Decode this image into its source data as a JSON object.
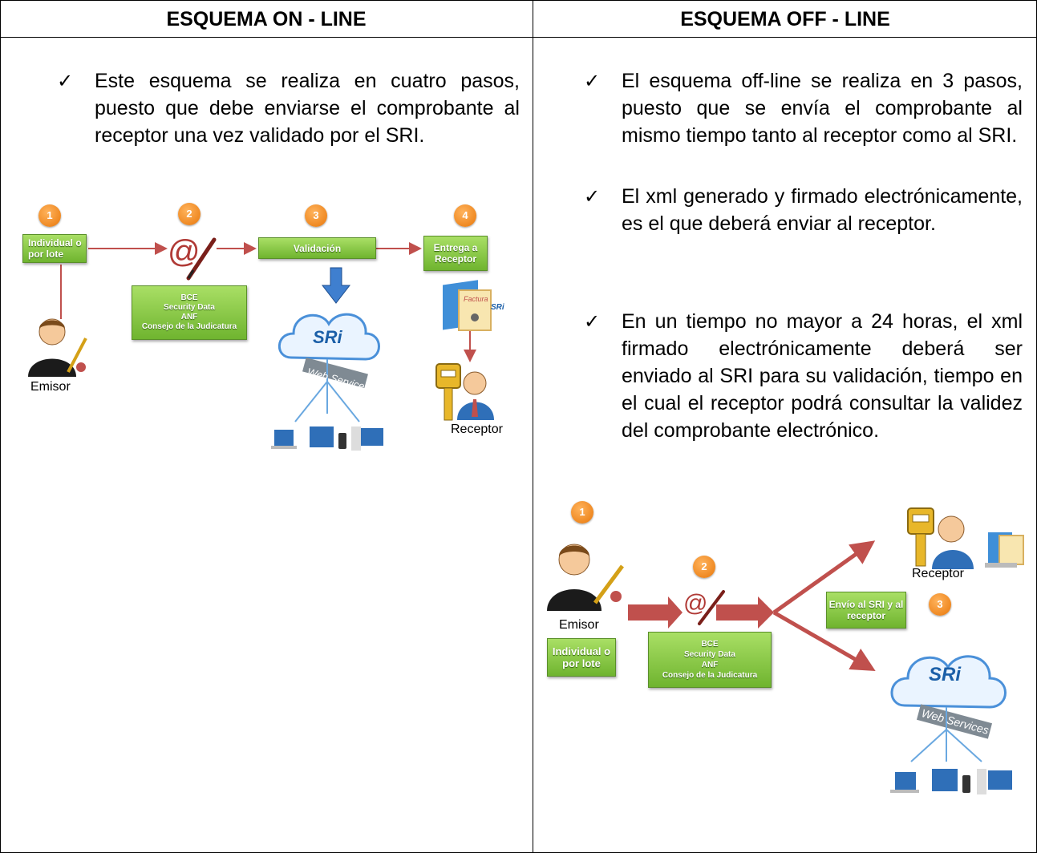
{
  "headers": {
    "left": "ESQUEMA ON - LINE",
    "right": "ESQUEMA OFF - LINE"
  },
  "left": {
    "bullets": [
      "Este esquema se realiza en cuatro pasos, puesto que debe enviarse el comprobante al receptor una vez validado por el SRI."
    ],
    "diagram": {
      "step_numbers": [
        "1",
        "2",
        "3",
        "4"
      ],
      "boxes": {
        "individual": "Individual o por lote",
        "validacion": "Validación",
        "entrega": "Entrega a Receptor",
        "bce": "BCE\nSecurity Data\nANF\nConsejo de la Judicatura"
      },
      "labels": {
        "emisor": "Emisor",
        "receptor": "Receptor",
        "sri": "SRi",
        "web_services": "Web Services",
        "factura": "Factura"
      }
    }
  },
  "right": {
    "bullets": [
      "El esquema off-line se realiza en 3 pasos, puesto que se envía el comprobante al mismo tiempo tanto al receptor como al SRI.",
      "El xml generado y firmado electrónicamente, es el que deberá enviar al receptor.",
      "En un tiempo no mayor a 24 horas, el xml firmado electrónicamente deberá ser enviado al SRI para su validación, tiempo en el cual el receptor podrá consultar la validez del comprobante electrónico."
    ],
    "diagram": {
      "step_numbers": [
        "1",
        "2",
        "3"
      ],
      "boxes": {
        "individual": "Individual o por lote",
        "envio": "Envío al SRI y al receptor",
        "bce": "BCE\nSecurity Data\nANF\nConsejo de la Judicatura"
      },
      "labels": {
        "emisor": "Emisor",
        "receptor": "Receptor",
        "sri": "SRi",
        "web_services": "Web Services"
      }
    }
  },
  "colors": {
    "green_box": "#7dc242",
    "orange_number": "#f08c1e",
    "arrow_red": "#c0504d"
  },
  "icons": [
    "checkmark-icon",
    "person-icon",
    "email-signature-icon",
    "cloud-icon",
    "key-icon",
    "laptop-invoice-icon",
    "computer-devices-icon",
    "down-arrow-icon"
  ]
}
